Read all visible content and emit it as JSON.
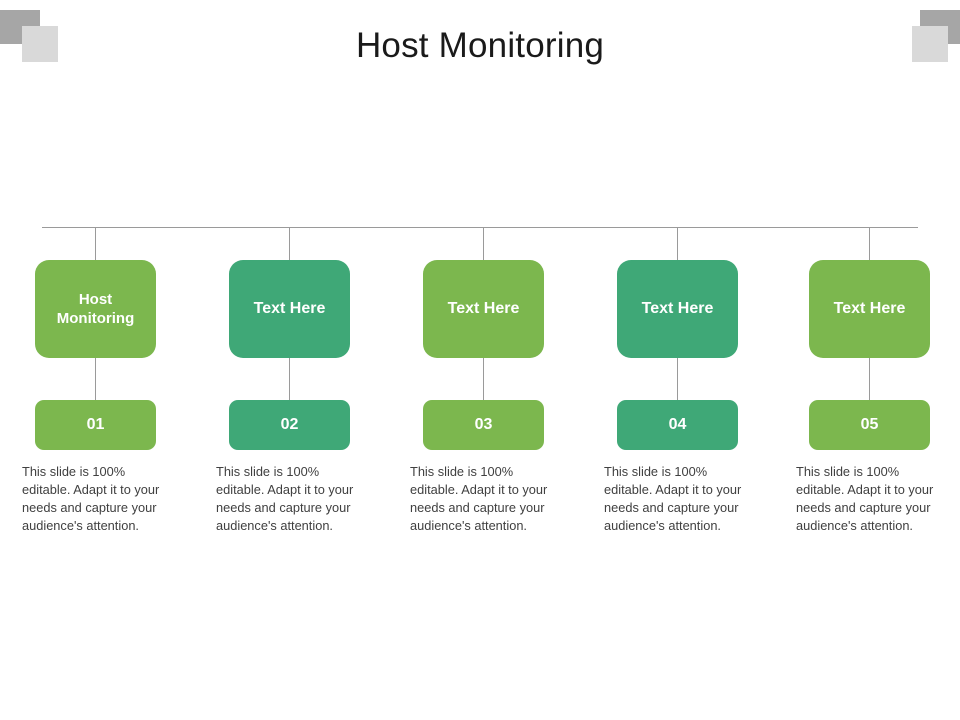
{
  "slide": {
    "title": "Host Monitoring",
    "colors": {
      "green": "#7cb74e",
      "teal": "#3fa877",
      "rule": "#9a9a9a",
      "body_text": "#404040",
      "corner_dark": "#a6a6a6",
      "corner_light": "#d9d9d9"
    }
  },
  "body_text": "This slide is 100% editable. Adapt it to your needs and capture your audience's attention.",
  "steps": [
    {
      "label": "Host Monitoring",
      "number": "01",
      "color": "green",
      "description": "This slide is 100% editable. Adapt it to your needs and capture your audience's attention."
    },
    {
      "label": "Text Here",
      "number": "02",
      "color": "teal",
      "description": "This slide is 100% editable. Adapt it to your needs and capture your audience's attention."
    },
    {
      "label": "Text Here",
      "number": "03",
      "color": "green",
      "description": "This slide is 100% editable. Adapt it to your needs and capture your audience's attention."
    },
    {
      "label": "Text Here",
      "number": "04",
      "color": "teal",
      "description": "This slide is 100% editable. Adapt it to your needs and capture your audience's attention."
    },
    {
      "label": "Text Here",
      "number": "05",
      "color": "green",
      "description": "This slide is 100% editable. Adapt it to your needs and capture your audience's attention."
    }
  ]
}
